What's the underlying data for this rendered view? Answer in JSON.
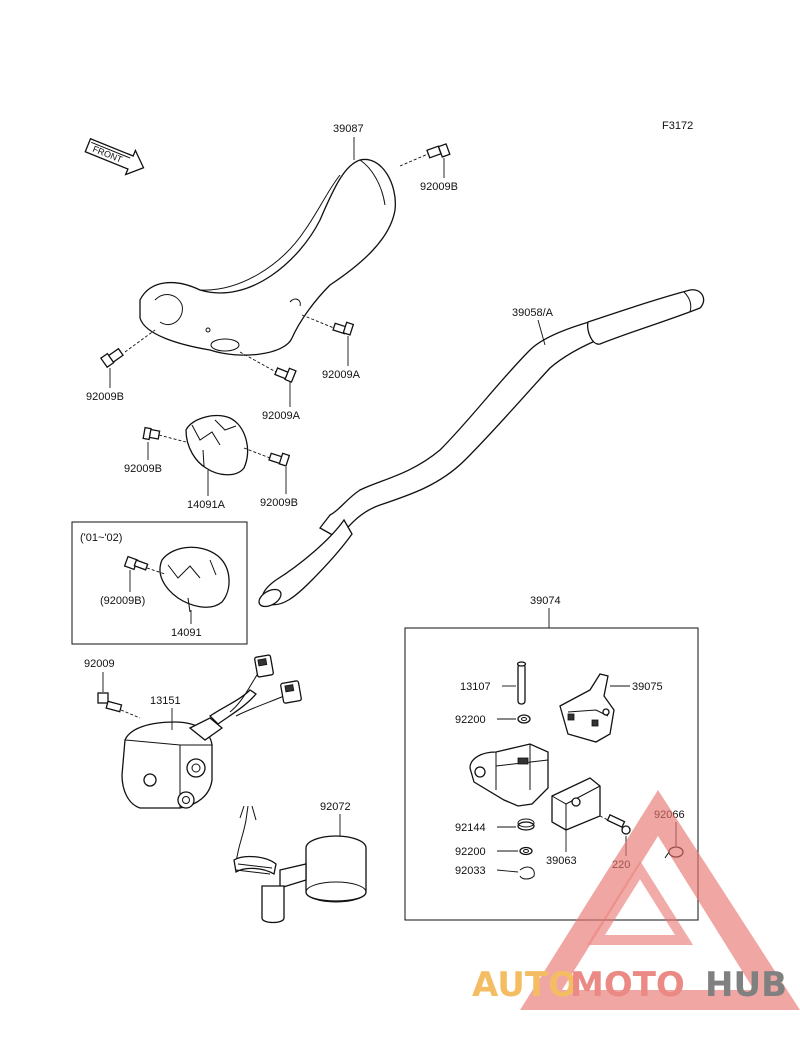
{
  "figure_code": "F3172",
  "front_label": "FRONT",
  "callouts": {
    "c39087": "39087",
    "c92009B_top": "92009B",
    "c92009B_left": "92009B",
    "c92009A_right": "92009A",
    "c92009A_bottom": "92009A",
    "c92009B_brk_l": "92009B",
    "c92009B_brk_r": "92009B",
    "c14091A": "14091A",
    "c39058A": "39058/A",
    "c92009B_inset": "(92009B)",
    "c14091": "14091",
    "c92009": "92009",
    "c13151": "13151",
    "c92072": "92072",
    "c39074": "39074",
    "c13107": "13107",
    "c39075": "39075",
    "c92200_a": "92200",
    "c92144": "92144",
    "c92200_b": "92200",
    "c92033": "92033",
    "c39063": "39063",
    "c220": "220",
    "c92066": "92066"
  },
  "inset_caption": "('01~'02)",
  "watermark": {
    "part1": "AUTO",
    "part2": "MOTO",
    "part3": "HUB",
    "color_auto": "#f3b24a",
    "color_moto": "#e8756f",
    "color_hub": "#6b6b6b",
    "triangle_color": "#e8756f"
  }
}
